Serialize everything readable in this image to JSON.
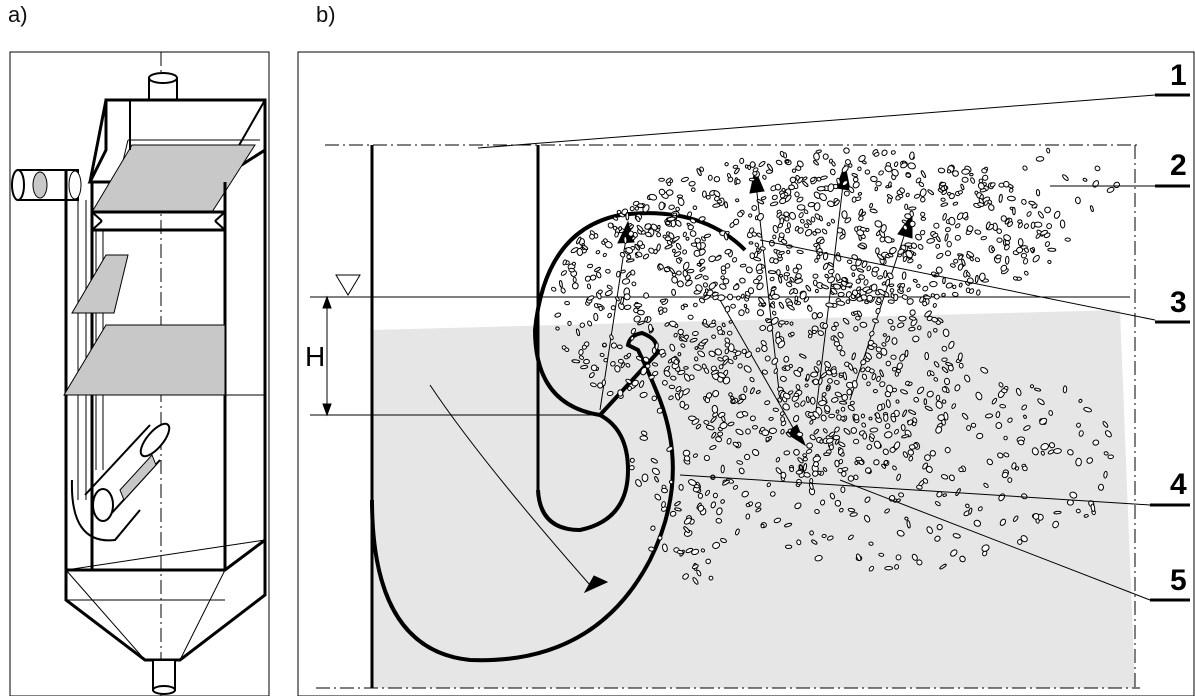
{
  "panels": {
    "a": {
      "label": "a)"
    },
    "b": {
      "label": "b)"
    }
  },
  "callouts": [
    "1",
    "2",
    "3",
    "4",
    "5"
  ],
  "dimension": {
    "label": "H",
    "symbol": "∇"
  },
  "colors": {
    "line": "#000000",
    "fill_gray": "#c8c8c8",
    "liquid": "#e6e6e6",
    "background": "#ffffff"
  }
}
